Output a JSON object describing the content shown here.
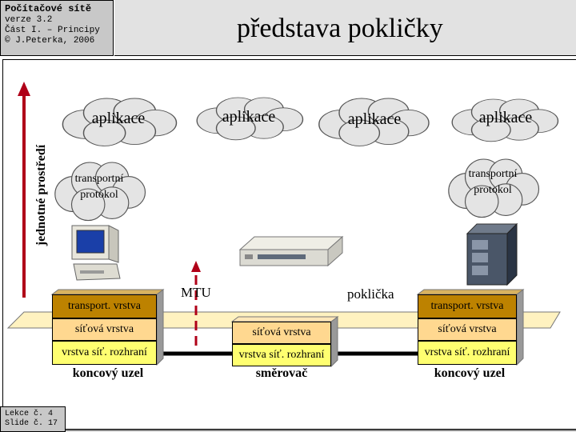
{
  "header": {
    "course": "Počítačové sítě",
    "version": "verze 3.2",
    "part": "Část I. – Principy",
    "copyright": "© J.Peterka, 2006"
  },
  "title": "představa pokličky",
  "footer": {
    "lesson": "Lekce č. 4",
    "slide": "Slide č. 17"
  },
  "diagram": {
    "vertical_axis_label": "jednotné prostředí",
    "clouds": {
      "app_1": "aplikace",
      "app_2": "aplikace",
      "app_3": "aplikace",
      "app_4": "aplikace",
      "transport_left_line1": "transportní",
      "transport_left_line2": "protokol",
      "transport_right_line1": "transportní",
      "transport_right_line2": "protokol"
    },
    "mtu_label": "MTU",
    "lid_label": "poklička",
    "left_node": {
      "transport": "transport. vrstva",
      "network": "síťová vrstva",
      "interface": "vrstva síť. rozhraní",
      "label": "koncový uzel"
    },
    "router_node": {
      "network": "síťová vrstva",
      "interface": "vrstva síť. rozhraní",
      "label": "směrovač"
    },
    "right_node": {
      "transport": "transport. vrstva",
      "network": "síťová vrstva",
      "interface": "vrstva síť. rozhraní",
      "label": "koncový uzel"
    },
    "colors": {
      "arrow": "#b00018",
      "lid": "#fff2c0",
      "transport_layer": "#bd8200",
      "network_layer": "#ffd890",
      "interface_layer": "#ffff70",
      "cloud": "#e4e4e4"
    }
  }
}
